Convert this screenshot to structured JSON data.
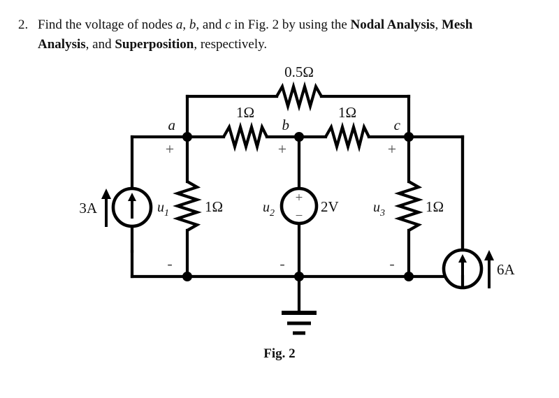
{
  "problem": {
    "number": "2.",
    "line1_part1": "Find the voltage of nodes ",
    "line1_italic_a": "a",
    "line1_sep1": ", ",
    "line1_italic_b": "b,",
    "line1_sep2": " and ",
    "line1_italic_c": "c",
    "line1_part2": " in Fig. 2 by using the ",
    "line1_bold1": "Nodal Analysis",
    "line1_part3": ", ",
    "line1_bold2": "Mesh",
    "line2_bold1": "Analysis",
    "line2_part1": ", and ",
    "line2_bold2": "Superposition",
    "line2_part2": ", respectively."
  },
  "figure": {
    "caption": "Fig. 2",
    "ground_label": "ground-symbol"
  },
  "nodes": {
    "a": "a",
    "b": "b",
    "c": "c"
  },
  "components": {
    "r_top": {
      "name": "resistor-0p5-ohm",
      "value": "0.5Ω"
    },
    "r_ab": {
      "name": "resistor-ab-1-ohm",
      "value": "1Ω"
    },
    "r_bc": {
      "name": "resistor-bc-1-ohm",
      "value": "1Ω"
    },
    "r_a_gnd": {
      "name": "resistor-a-ground-1-ohm",
      "value": "1Ω"
    },
    "r_c_gnd": {
      "name": "resistor-c-ground-1-ohm",
      "value": "1Ω"
    },
    "src_left": {
      "name": "current-source-3a",
      "value": "3A"
    },
    "src_mid": {
      "name": "voltage-source-2v",
      "value": "2V"
    },
    "src_right": {
      "name": "current-source-6a",
      "value": "6A"
    }
  },
  "voltages": {
    "u1": {
      "sym": "u",
      "sub": "1"
    },
    "u2": {
      "sym": "u",
      "sub": "2"
    },
    "u3": {
      "sym": "u",
      "sub": "3"
    }
  },
  "polarity": {
    "plus": "+",
    "minus": "-",
    "src_plus": "+",
    "src_minus": "−"
  },
  "chart_data": {
    "type": "diagram",
    "title": "Fig. 2",
    "description": "Resistive circuit with three nodes a, b, c referenced to ground",
    "nodes": [
      "a",
      "b",
      "c",
      "ground"
    ],
    "elements": [
      {
        "id": "R_ac_top",
        "type": "resistor",
        "value": 0.5,
        "unit": "ohm",
        "between": [
          "a",
          "c"
        ]
      },
      {
        "id": "R_ab",
        "type": "resistor",
        "value": 1,
        "unit": "ohm",
        "between": [
          "a",
          "b"
        ]
      },
      {
        "id": "R_bc",
        "type": "resistor",
        "value": 1,
        "unit": "ohm",
        "between": [
          "b",
          "c"
        ]
      },
      {
        "id": "R_a0",
        "type": "resistor",
        "value": 1,
        "unit": "ohm",
        "between": [
          "a",
          "ground"
        ],
        "voltage_label": "u1"
      },
      {
        "id": "R_c0",
        "type": "resistor",
        "value": 1,
        "unit": "ohm",
        "between": [
          "c",
          "ground"
        ],
        "voltage_label": "u3"
      },
      {
        "id": "I_left",
        "type": "current_source",
        "value": 3,
        "unit": "A",
        "between": [
          "ground",
          "a"
        ],
        "direction": "up"
      },
      {
        "id": "V_mid",
        "type": "voltage_source",
        "value": 2,
        "unit": "V",
        "between": [
          "b",
          "ground"
        ],
        "polarity": "plus-top",
        "voltage_label": "u2"
      },
      {
        "id": "I_right",
        "type": "current_source",
        "value": 6,
        "unit": "A",
        "between": [
          "ground",
          "c"
        ],
        "direction": "up"
      }
    ]
  }
}
